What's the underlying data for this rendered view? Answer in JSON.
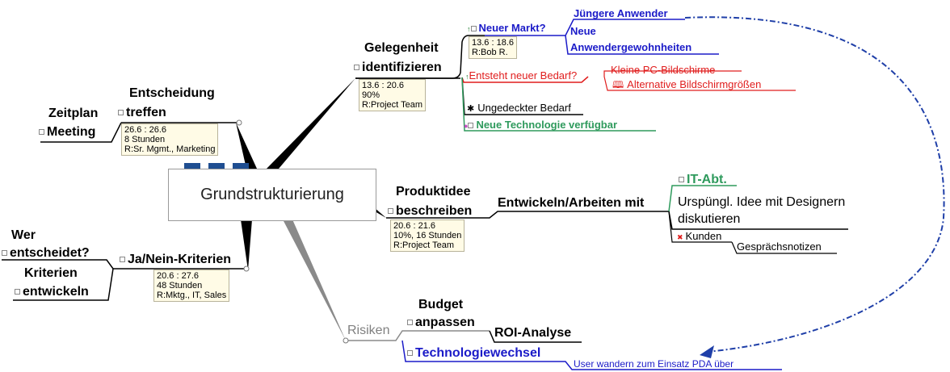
{
  "central": {
    "label": "Grundstrukturierung"
  },
  "nodes": {
    "gelegenheit": {
      "line1": "Gelegenheit",
      "line2": "identifizieren",
      "note": [
        "13.6 : 20.6",
        "90%",
        "R:Project  Team"
      ]
    },
    "neuer_markt": {
      "label": "Neuer Markt?",
      "note": [
        "13.6 : 18.6",
        "R:Bob R."
      ]
    },
    "juengere": {
      "label": "Jüngere Anwender"
    },
    "neue_gewohnheiten": {
      "line1": "Neue",
      "line2": "Anwendergewohnheiten"
    },
    "entsteht_bedarf": {
      "label": "Entsteht neuer Bedarf?"
    },
    "kleine_pc": {
      "label": "Kleine PC-Bildschirme"
    },
    "alternative": {
      "label": "Alternative Bildschirmgrößen"
    },
    "ungedeckter": {
      "label": "Ungedeckter Bedarf"
    },
    "neue_technologie": {
      "label": "Neue Technologie verfügbar"
    },
    "entscheidung": {
      "line1": "Entscheidung",
      "line2": "treffen",
      "note": [
        "26.6 : 26.6",
        "8 Stunden",
        "R:Sr. Mgmt., Marketing"
      ]
    },
    "zeitplan": {
      "line1": "Zeitplan",
      "line2": "Meeting"
    },
    "produktidee": {
      "line1": "Produktidee",
      "line2": "beschreiben",
      "note": [
        "20.6 : 21.6",
        "10%, 16 Stunden",
        "R:Project Team"
      ]
    },
    "entwickeln_arbeiten": {
      "label": "Entwickeln/Arbeiten mit"
    },
    "it_abt": {
      "label": "IT-Abt."
    },
    "urspruengl": {
      "line1": "Urspüngl. Idee mit Designern",
      "line2": "diskutieren"
    },
    "kunden": {
      "label": "Kunden"
    },
    "gespraech": {
      "label": "Gesprächsnotizen"
    },
    "janein": {
      "label": "Ja/Nein-Kriterien",
      "note": [
        "20.6 : 27.6",
        "48 Stunden",
        "R:Mktg., IT, Sales"
      ]
    },
    "wer": {
      "line1": "Wer",
      "line2": "entscheidet?"
    },
    "kriterien": {
      "line1": "Kriterien",
      "line2": "entwickeln"
    },
    "risiken": {
      "label": "Risiken"
    },
    "budget": {
      "line1": "Budget",
      "line2": "anpassen"
    },
    "roi": {
      "label": "ROI-Analyse"
    },
    "technologiewechsel": {
      "label": "Technologiewechsel"
    },
    "user_wandern": {
      "label": "User wandern zum Einsatz PDA über"
    }
  },
  "colors": {
    "black": "#000000",
    "blue": "#1b1bc8",
    "red": "#e01d1d",
    "green": "#2e9a5c",
    "gray": "#808080",
    "note_bg": "#fffbe6",
    "tab": "#1f4e91"
  }
}
